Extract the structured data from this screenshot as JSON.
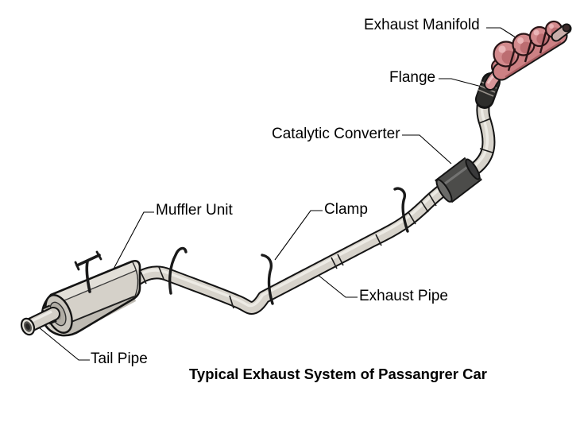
{
  "diagram": {
    "caption": "Typical Exhaust System of Passangrer Car",
    "labels": {
      "exhaust_manifold": "Exhaust Manifold",
      "flange": "Flange",
      "catalytic_converter": "Catalytic Converter",
      "muffler_unit": "Muffler Unit",
      "clamp": "Clamp",
      "exhaust_pipe": "Exhaust Pipe",
      "tail_pipe": "Tail Pipe"
    },
    "colors": {
      "background": "#ffffff",
      "text": "#000000",
      "leader_line": "#000000",
      "pipe_fill": "#d7d3cb",
      "pipe_highlight": "#efede8",
      "pipe_outline": "#141414",
      "muffler_fill": "#d5d1c9",
      "catalytic_converter_fill": "#4c4c4a",
      "manifold_pink": "#d38a8d",
      "flange_dark": "#2d2d2b"
    }
  }
}
